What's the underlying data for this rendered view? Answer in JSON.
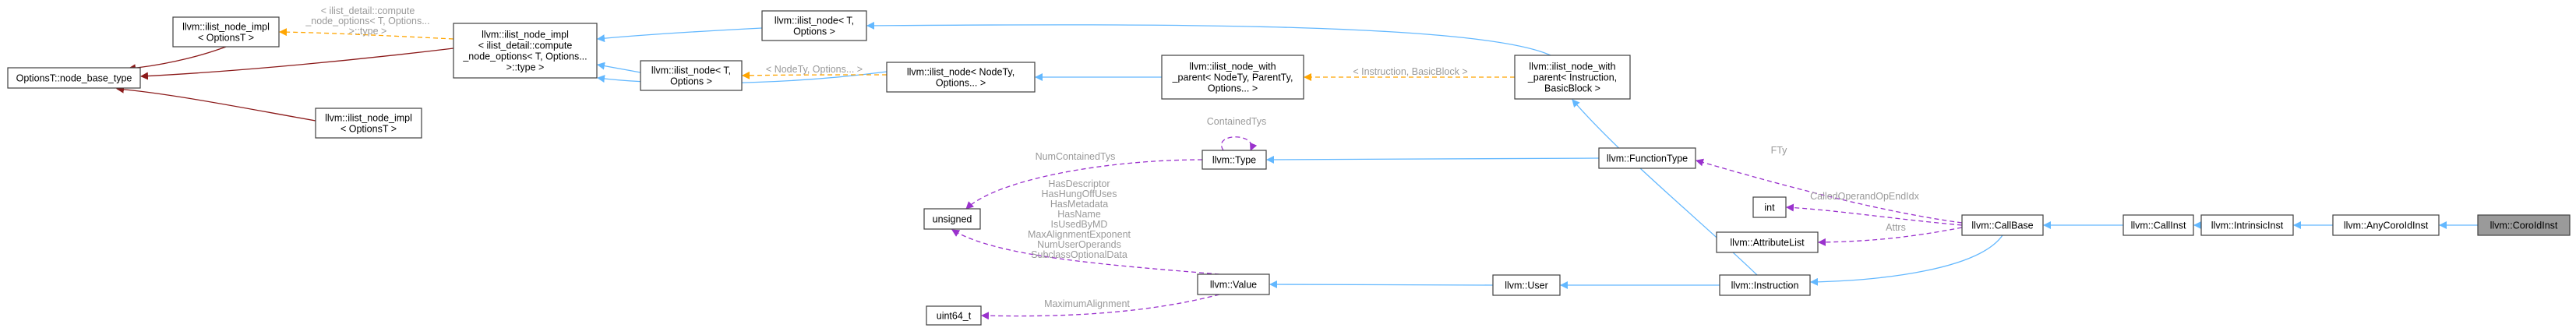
{
  "nodes": {
    "node_base_type": {
      "lines": [
        "OptionsT::node_base_type"
      ]
    },
    "node_impl_optionsT_a": {
      "lines": [
        "llvm::ilist_node_impl",
        "< OptionsT >"
      ]
    },
    "node_impl_optionsT_b": {
      "lines": [
        "llvm::ilist_node_impl",
        "< OptionsT >"
      ]
    },
    "node_impl_compute": {
      "lines": [
        "llvm::ilist_node_impl",
        "< ilist_detail::compute",
        "_node_options< T, Options...",
        ">::type >"
      ]
    },
    "ilist_node_T_top": {
      "lines": [
        "llvm::ilist_node< T,",
        "Options >"
      ]
    },
    "ilist_node_T_mid": {
      "lines": [
        "llvm::ilist_node< T,",
        "Options >"
      ]
    },
    "ilist_node_NodeTy": {
      "lines": [
        "llvm::ilist_node< NodeTy,",
        "Options... >"
      ]
    },
    "ilist_node_with_parent_generic": {
      "lines": [
        "llvm::ilist_node_with",
        "_parent< NodeTy, ParentTy,",
        "Options... >"
      ]
    },
    "ilist_node_with_parent_inst": {
      "lines": [
        "llvm::ilist_node_with",
        "_parent< Instruction,",
        "BasicBlock >"
      ]
    },
    "function_type": {
      "lines": [
        "llvm::FunctionType"
      ]
    },
    "type": {
      "lines": [
        "llvm::Type"
      ]
    },
    "unsigned": {
      "lines": [
        "unsigned"
      ]
    },
    "uint64": {
      "lines": [
        "uint64_t"
      ]
    },
    "value": {
      "lines": [
        "llvm::Value"
      ]
    },
    "user": {
      "lines": [
        "llvm::User"
      ]
    },
    "instruction": {
      "lines": [
        "llvm::Instruction"
      ]
    },
    "int": {
      "lines": [
        "int"
      ]
    },
    "attribute_list": {
      "lines": [
        "llvm::AttributeList"
      ]
    },
    "callbase": {
      "lines": [
        "llvm::CallBase"
      ]
    },
    "callinst": {
      "lines": [
        "llvm::CallInst"
      ]
    },
    "intrinsicinst": {
      "lines": [
        "llvm::IntrinsicInst"
      ]
    },
    "anycoroidinst": {
      "lines": [
        "llvm::AnyCoroIdInst"
      ]
    },
    "coroidinst": {
      "lines": [
        "llvm::CoroIdInst"
      ]
    }
  },
  "edge_labels": {
    "compute_tmpl": [
      "< ilist_detail::compute",
      "_node_options< T, Options...",
      ">::type >"
    ],
    "nodety_options": [
      "< NodeTy, Options... >"
    ],
    "inst_bb": [
      "< Instruction, BasicBlock >"
    ],
    "contained_tys": [
      "ContainedTys"
    ],
    "num_contained_tys": [
      "NumContainedTys"
    ],
    "fty": [
      "FTy"
    ],
    "called_operand": [
      "CalledOperandOpEndIdx"
    ],
    "attrs": [
      "Attrs"
    ],
    "value_fields": [
      "HasDescriptor",
      "HasHungOffUses",
      "HasMetadata",
      "HasName",
      "IsUsedByMD",
      "MaxAlignmentExponent",
      "NumUserOperands",
      "SubclassOptionalData"
    ],
    "max_alignment": [
      "MaximumAlignment"
    ]
  },
  "colors": {
    "inheritance": "#63b8ff",
    "template": "#ffa500",
    "usage": "#9a32cd",
    "protected": "#8b1a1a",
    "label": "#9a9a9a",
    "highlight_fill": "#9a9a9a"
  }
}
